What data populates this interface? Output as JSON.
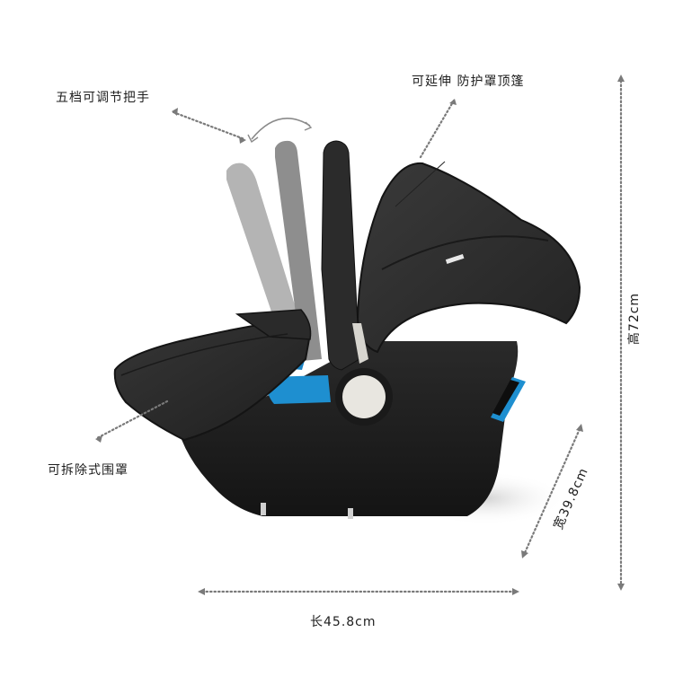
{
  "product": {
    "name": "infant-car-seat",
    "colors": {
      "shell": "#1c1c1c",
      "fabric": "#2e2e2e",
      "accent_blue": "#1e8fd0",
      "handle_hub": "#e8e6e0",
      "dim_line": "#7a7a7a",
      "text": "#1e1e1e"
    }
  },
  "callouts": {
    "handle": "五档可调节把手",
    "canopy": "可延伸 防护罩顶篷",
    "apron": "可拆除式围罩"
  },
  "dimensions": {
    "height": "高72cm",
    "width": "宽39.8cm",
    "length": "长45.8cm"
  }
}
